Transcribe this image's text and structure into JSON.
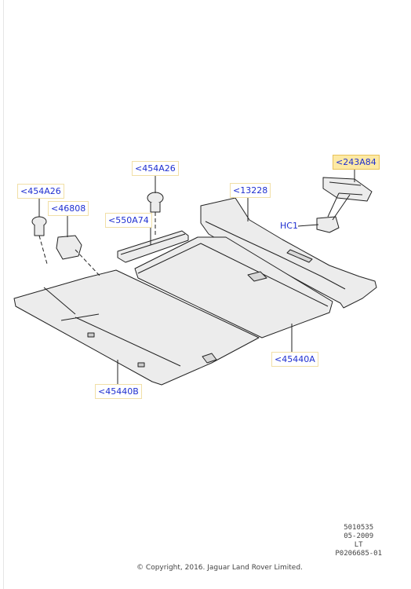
{
  "callouts": {
    "c_243A84": "<243A84",
    "c_13228": "<13228",
    "c_454A26_left": "<454A26",
    "c_454A26_center": "<454A26",
    "c_46808": "<46808",
    "c_550A74": "<550A74",
    "c_HC1": "HC1",
    "c_45440A": "<45440A",
    "c_45440B": "<45440B"
  },
  "reference": {
    "line1": "5010535",
    "line2": "05-2009",
    "line3": "LT",
    "line4": "P0206685-01"
  },
  "copyright": "© Copyright, 2016. Jaguar Land Rover Limited.",
  "colors": {
    "callout_text": "#1f2fd0",
    "callout_border": "#f1dfa6",
    "selected_fill": "#fde9a4",
    "part_fill": "#ececec",
    "line": "#222222"
  },
  "selected_callout": "c_243A84"
}
